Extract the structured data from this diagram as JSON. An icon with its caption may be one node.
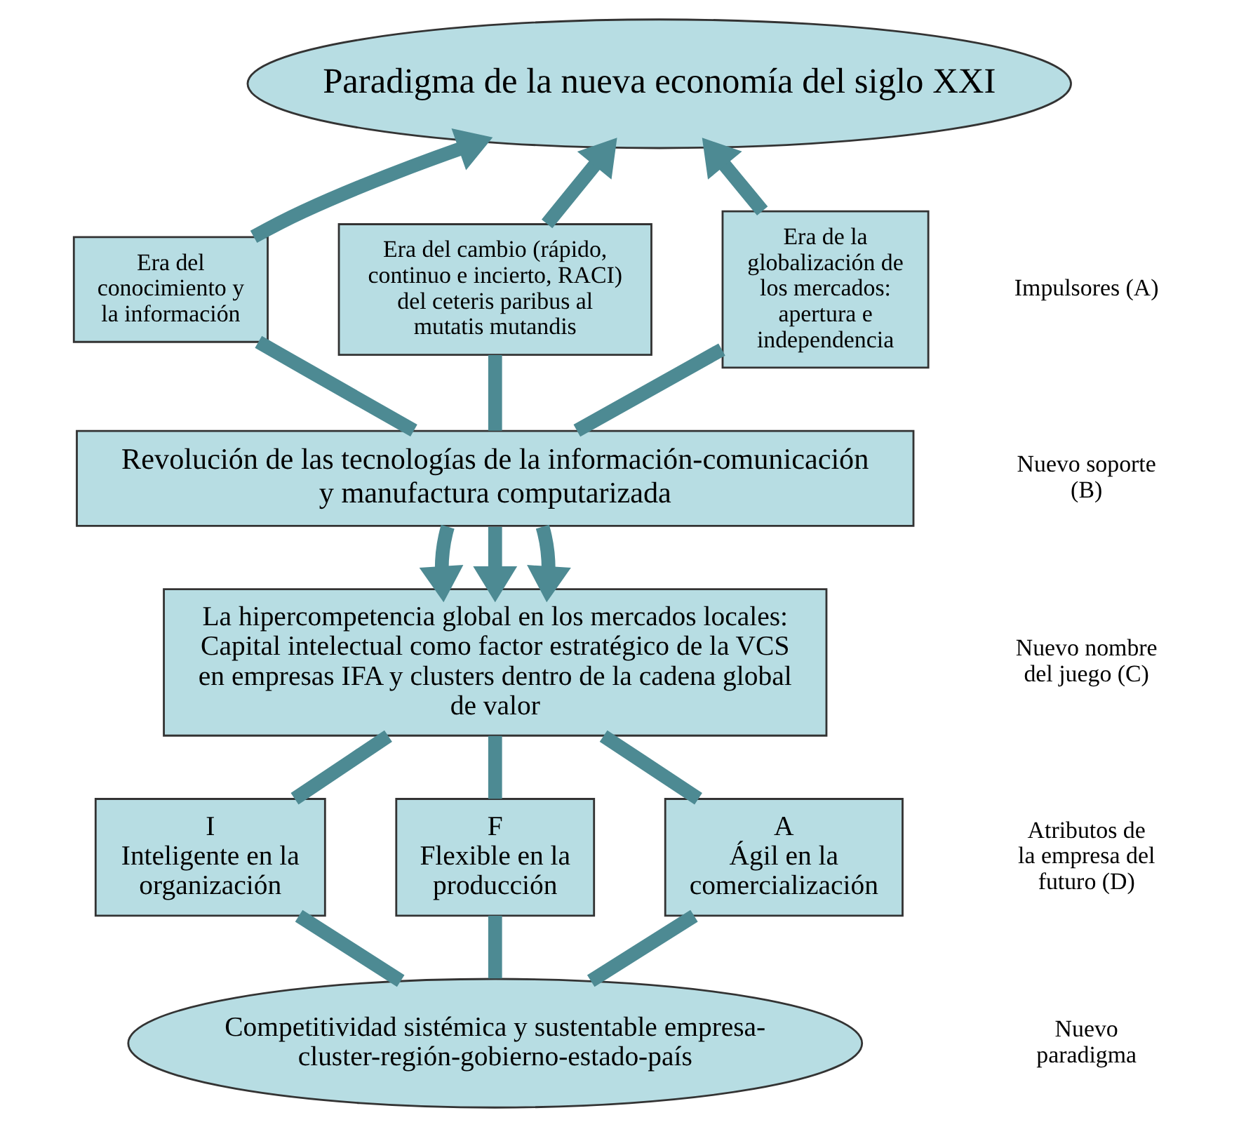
{
  "diagram": {
    "nodes": [
      {
        "text": [
          "Paradigma de la nueva economía del siglo XXI"
        ]
      },
      {
        "text": [
          "Era del conocimiento y la información"
        ]
      },
      {
        "text": [
          "Era del cambio (rápido, continuo e incierto, RACI) del ceteris paribus al mutatis mutandis"
        ]
      },
      {
        "text": [
          "Era de la globalización de los mercados: apertura e independencia"
        ]
      },
      {
        "text": [
          "Revolución de las tecnologías de la información-comunicación y manufactura computarizada"
        ]
      },
      {
        "text": [
          "La hipercompetencia global en los mercados locales: Capital intelectual como factor estratégico de la VCS en empresas IFA y clusters dentro de la cadena global de valor"
        ]
      },
      {
        "text": [
          "I",
          "Inteligente en la organización"
        ]
      },
      {
        "text": [
          "F",
          "Flexible en la producción"
        ]
      },
      {
        "text": [
          "A",
          "Ágil en la comercialización"
        ]
      },
      {
        "text": [
          "Competitividad sistémica y sustentable empresa-cluster-región-gobierno-estado-país"
        ]
      }
    ],
    "edges": [
      {
        "from": 1,
        "to": 0,
        "arrow": "to"
      },
      {
        "from": 2,
        "to": 0,
        "arrow": "to"
      },
      {
        "from": 3,
        "to": 0,
        "arrow": "to"
      },
      {
        "from": 1,
        "to": 4,
        "arrow": "none"
      },
      {
        "from": 2,
        "to": 4,
        "arrow": "none"
      },
      {
        "from": 3,
        "to": 4,
        "arrow": "none"
      },
      {
        "from": 4,
        "to": 5,
        "arrow": "to"
      },
      {
        "from": 4,
        "to": 5,
        "arrow": "to"
      },
      {
        "from": 4,
        "to": 5,
        "arrow": "to"
      },
      {
        "from": 5,
        "to": 6,
        "arrow": "none"
      },
      {
        "from": 5,
        "to": 7,
        "arrow": "none"
      },
      {
        "from": 5,
        "to": 8,
        "arrow": "none"
      },
      {
        "from": 6,
        "to": 9,
        "arrow": "none"
      },
      {
        "from": 7,
        "to": 9,
        "arrow": "none"
      },
      {
        "from": 8,
        "to": 9,
        "arrow": "none"
      }
    ],
    "labels": [
      "Impulsores (A)",
      "Nuevo soporte (B)",
      "Nuevo nombre del juego (C)",
      "Atributos de la empresa del futuro (D)",
      "Nuevo paradigma"
    ]
  }
}
